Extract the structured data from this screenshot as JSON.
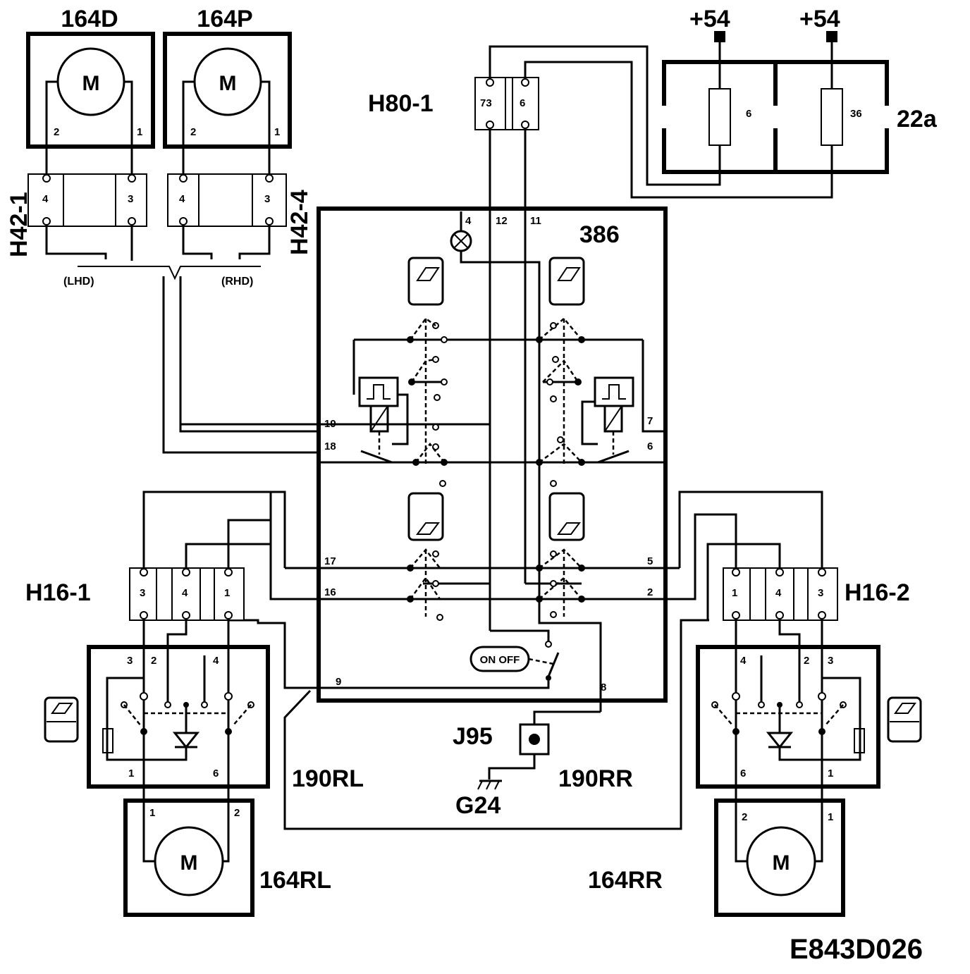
{
  "labels": {
    "motor_164D": "164D",
    "motor_164P": "164P",
    "motor_164RL": "164RL",
    "motor_164RR": "164RR",
    "motor_symbol": "M",
    "connector_H42_1": "H42-1",
    "connector_H42_4": "H42-4",
    "connector_H80_1": "H80-1",
    "connector_H16_1": "H16-1",
    "connector_H16_2": "H16-2",
    "module_386": "386",
    "fusebox_22a": "22a",
    "supply_left": "+54",
    "supply_right": "+54",
    "fuse_6": "6",
    "fuse_36": "36",
    "switch_190RL": "190RL",
    "switch_190RR": "190RR",
    "junction_J95": "J95",
    "ground_G24": "G24",
    "lhd": "(LHD)",
    "rhd": "(RHD)",
    "on_off": "ON OFF",
    "figure_code": "E843D026"
  },
  "pins": {
    "h80_left": "73",
    "h80_right": "6",
    "m164d_left": "2",
    "m164d_right": "1",
    "m164p_left": "2",
    "m164p_right": "1",
    "h42_1_left": "4",
    "h42_1_right": "3",
    "h42_4_left": "4",
    "h42_4_right": "3",
    "m386_4": "4",
    "m386_12": "12",
    "m386_11": "11",
    "m386_19": "19",
    "m386_18": "18",
    "m386_17": "17",
    "m386_16": "16",
    "m386_9": "9",
    "m386_8": "8",
    "m386_7": "7",
    "m386_6": "6",
    "m386_5": "5",
    "m386_2": "2",
    "h16_1_a": "3",
    "h16_1_b": "4",
    "h16_1_c": "1",
    "h16_2_a": "1",
    "h16_2_b": "4",
    "h16_2_c": "3",
    "rl_sw_3": "3",
    "rl_sw_2": "2",
    "rl_sw_4": "4",
    "rl_sw_1": "1",
    "rl_sw_6": "6",
    "rr_sw_4": "4",
    "rr_sw_2": "2",
    "rr_sw_3": "3",
    "rr_sw_6": "6",
    "rr_sw_1": "1",
    "m164rl_1": "1",
    "m164rl_2": "2",
    "m164rr_2": "2",
    "m164rr_1": "1"
  }
}
